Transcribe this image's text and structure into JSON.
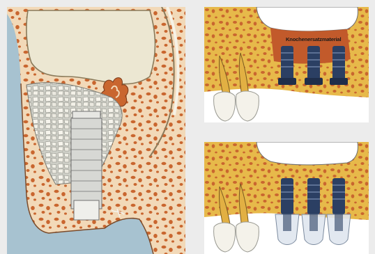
{
  "figure": {
    "panels": [
      {
        "id": "sinus-lift-cross-section",
        "depicts": "cross-section"
      },
      {
        "id": "implants-with-graft",
        "label": "Knochenersatzmaterial"
      },
      {
        "id": "implants-with-crowns"
      }
    ]
  },
  "colors": {
    "bone": "#e7b94a",
    "bone_pores": "#c9662f",
    "graft": "#c25a2b",
    "tooth": "#f4f2ea",
    "implant": "#2b3f63",
    "soft_tissue": "#a7c2d0",
    "sinus": "#ece7d2",
    "background": "#ececec"
  }
}
